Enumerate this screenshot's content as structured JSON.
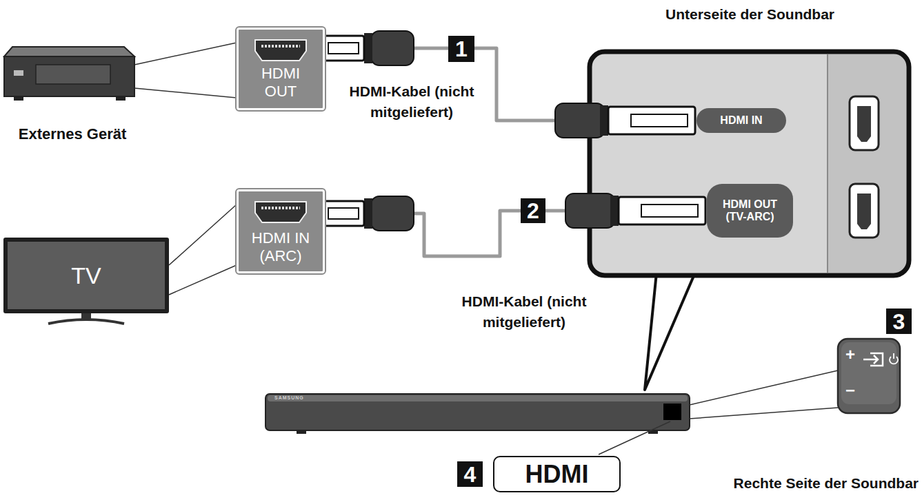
{
  "diagram": {
    "nodes": [
      {
        "text": [
          "Externes Gerät"
        ]
      },
      {
        "text": [
          "HDMI OUT"
        ]
      },
      {
        "text": [
          "Unterseite der Soundbar"
        ]
      },
      {
        "text": [
          "HDMI IN"
        ],
        "in": 2
      },
      {
        "text": [
          "HDMI OUT (TV-ARC)"
        ],
        "in": 2
      },
      {
        "text": [
          "TV"
        ]
      },
      {
        "text": [
          "HDMI IN (ARC)"
        ]
      },
      {
        "text": [
          "Rechte Seite der Soundbar"
        ]
      },
      {
        "text": [
          "HDMI"
        ]
      }
    ],
    "edges": [
      {
        "from": 0,
        "to": 1,
        "arrow": "none"
      },
      {
        "from": 1,
        "to": 3,
        "arrow": "none"
      },
      {
        "from": 5,
        "to": 6,
        "arrow": "none"
      },
      {
        "from": 6,
        "to": 4,
        "arrow": "none"
      }
    ],
    "labels": [
      "1",
      "HDMI-Kabel (nicht mitgeliefert)",
      "2",
      "HDMI-Kabel (nicht mitgeliefert)",
      "3",
      "+",
      "−",
      "4",
      "SAMSUNG"
    ]
  }
}
